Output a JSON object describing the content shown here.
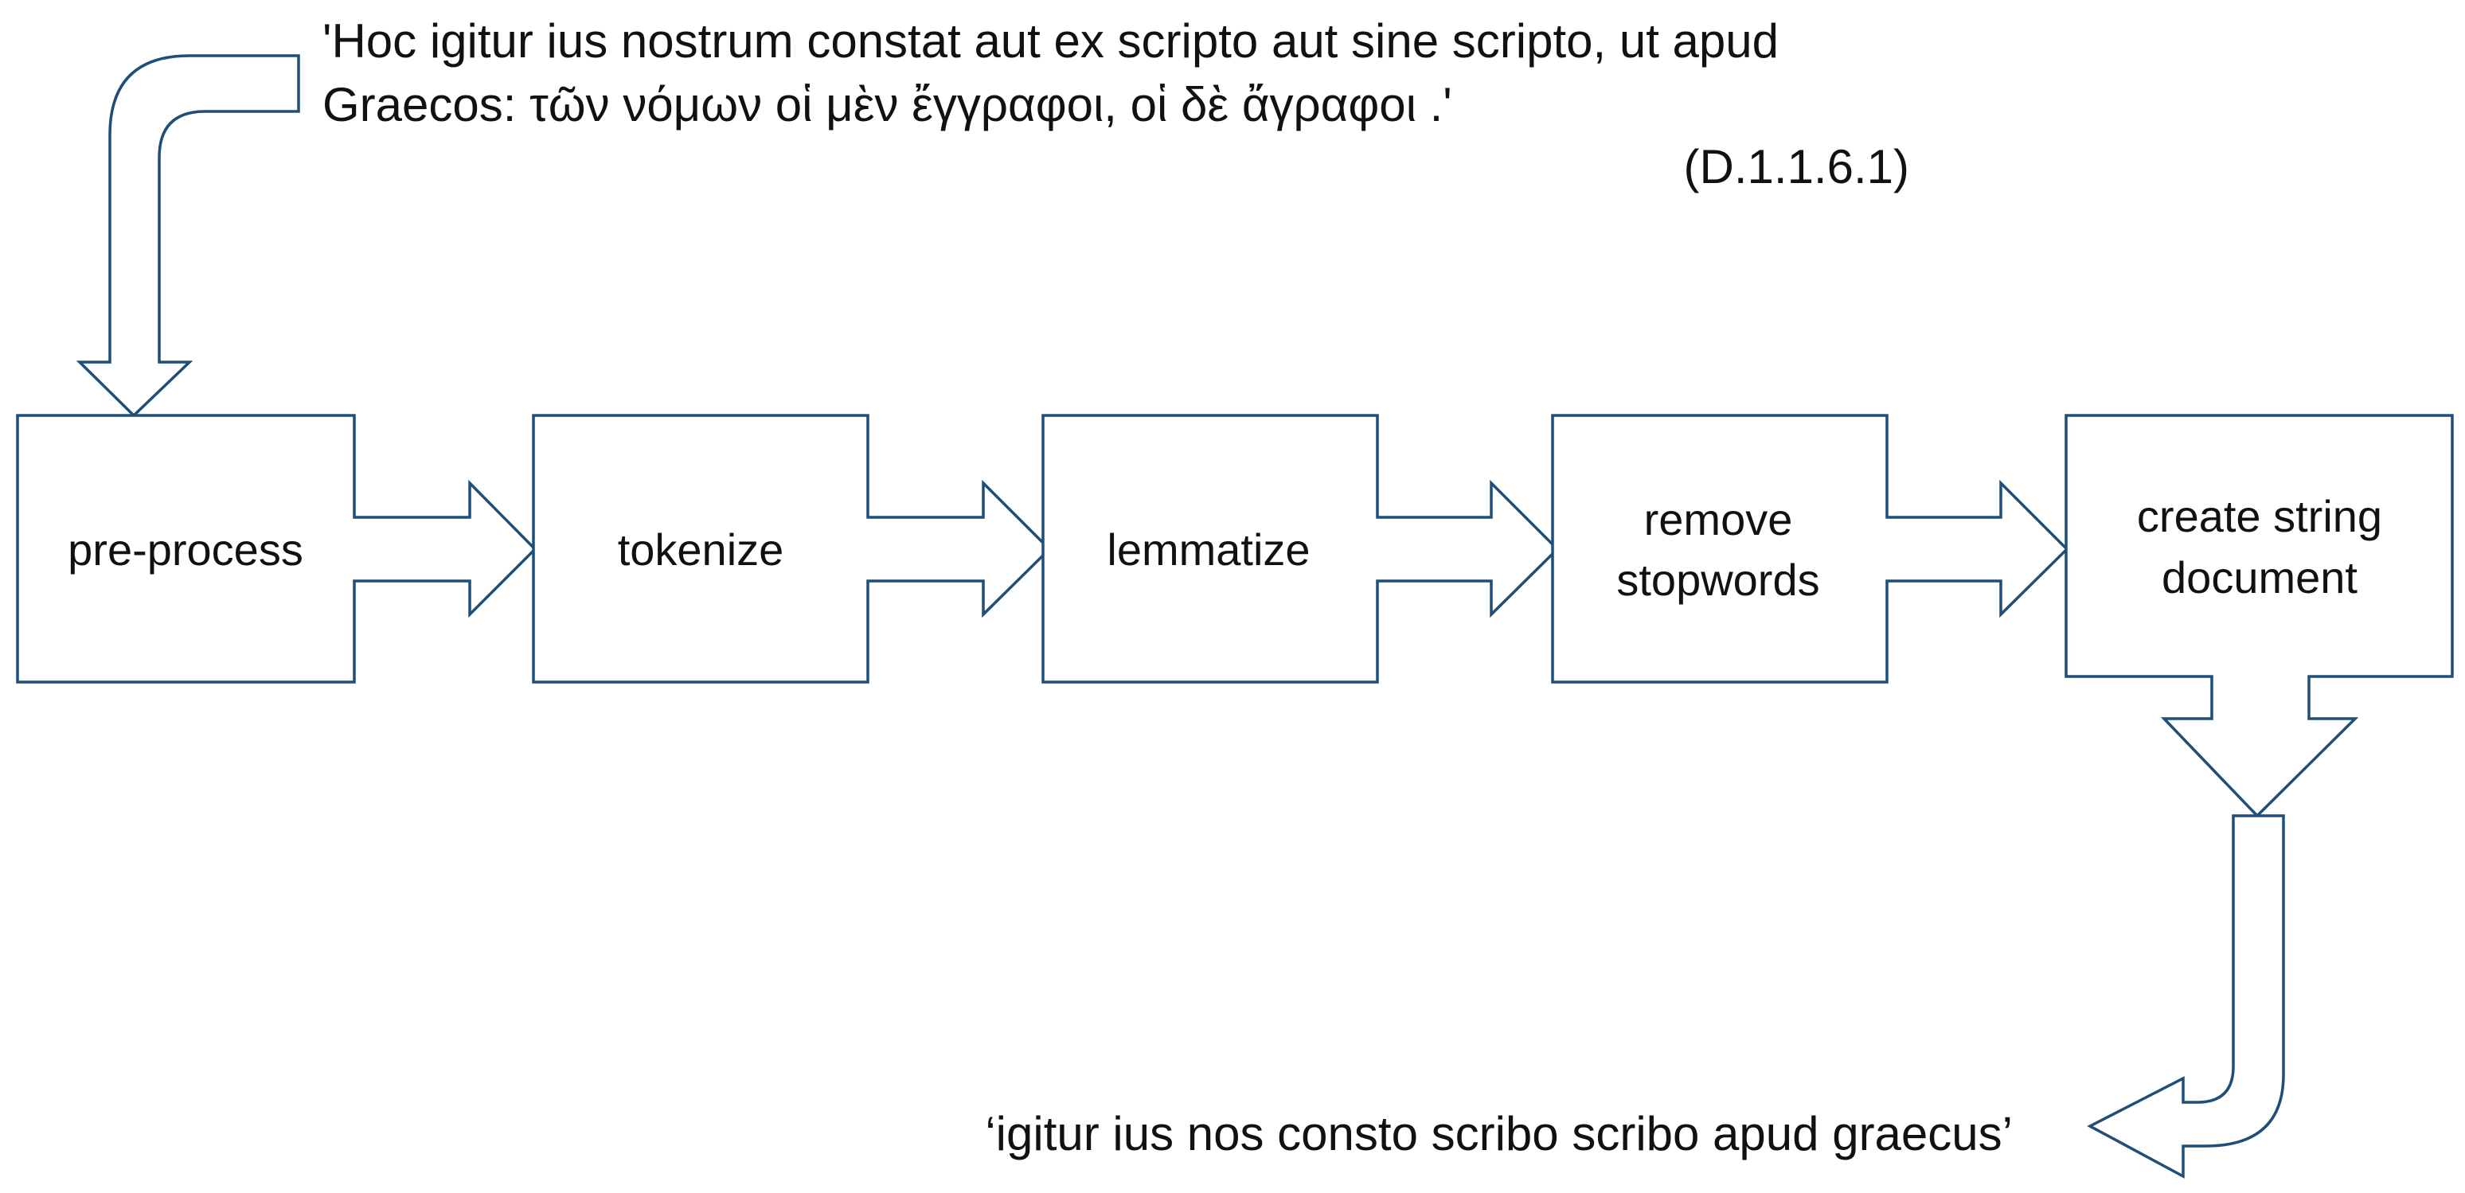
{
  "input_quote": {
    "line1": "'Hoc igitur ius nostrum constat aut ex scripto aut sine scripto, ut apud",
    "line2": "Graecos: τῶν νόμων οἱ μὲν ἔγγραφοι, οἱ δὲ ἄγραφοι .'",
    "citation": "(D.1.1.6.1)"
  },
  "steps": [
    {
      "lines": [
        "pre-process"
      ]
    },
    {
      "lines": [
        "tokenize"
      ]
    },
    {
      "lines": [
        "lemmatize"
      ]
    },
    {
      "lines": [
        "remove",
        "stopwords"
      ]
    },
    {
      "lines": [
        "create string",
        "document"
      ]
    }
  ],
  "output_text": "‘igitur ius nos consto scribo scribo apud graecus’",
  "colors": {
    "stroke": "#1f4e79",
    "fill": "#ffffff",
    "text": "#111111"
  }
}
